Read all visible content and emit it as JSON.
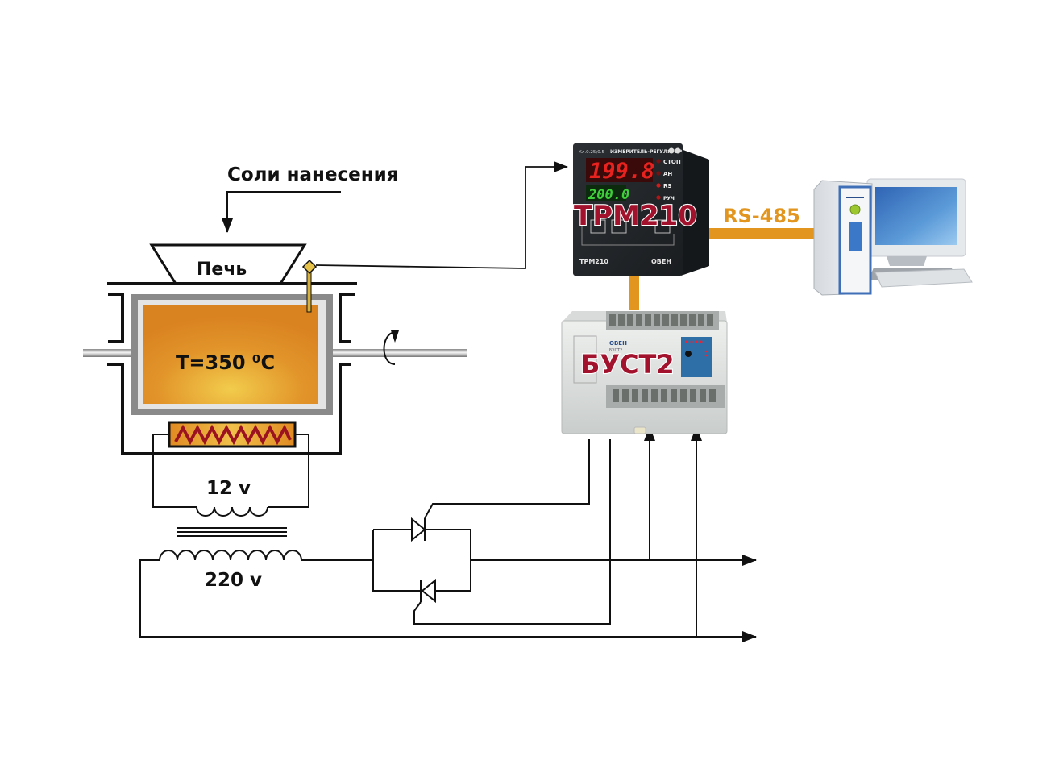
{
  "labels": {
    "salts_input": "Соли нанесения",
    "furnace": "Печь",
    "temperature": "T=350 ⁰C",
    "secondary_voltage": "12 v",
    "primary_voltage": "220 v",
    "interface": "RS-485"
  },
  "controller": {
    "name": "ТРМ210",
    "model_plate": "ТРМ210",
    "header_text": "ИЗМЕРИТЕЛЬ-РЕГУЛЯТОР",
    "class_text": "Кл.0.25;0.5",
    "brand": "ОВЕН",
    "display_top": "199.8",
    "display_bottom": "200.0",
    "indicators": [
      "СТОП",
      "АН",
      "RS",
      "РУЧ"
    ],
    "display_top_color": "#e8231f",
    "display_bottom_color": "#3ecf3a"
  },
  "relay_unit": {
    "name": "БУСТ2",
    "brand": "ОВЕН",
    "model_plate": "БУСТ2"
  },
  "colors": {
    "accent_orange": "#e3961f",
    "device_label_red": "#a3122c",
    "furnace_fill": "#dc8420",
    "furnace_core": "#f0c84a",
    "heater_zigzag": "#9b1320"
  }
}
